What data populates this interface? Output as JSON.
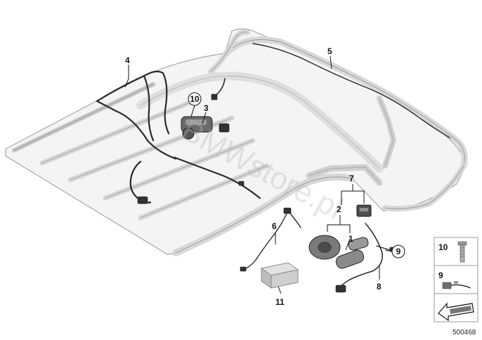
{
  "diagram": {
    "callouts": [
      {
        "id": "1",
        "label": "1",
        "circled": false
      },
      {
        "id": "2",
        "label": "2",
        "circled": false
      },
      {
        "id": "3",
        "label": "3",
        "circled": false
      },
      {
        "id": "4",
        "label": "4",
        "circled": false
      },
      {
        "id": "5",
        "label": "5",
        "circled": false
      },
      {
        "id": "6",
        "label": "6",
        "circled": false
      },
      {
        "id": "7",
        "label": "7",
        "circled": false
      },
      {
        "id": "8",
        "label": "8",
        "circled": false
      },
      {
        "id": "9",
        "label": "9",
        "circled": true
      },
      {
        "id": "10",
        "label": "10",
        "circled": true
      },
      {
        "id": "11",
        "label": "11",
        "circled": false
      }
    ],
    "legend": [
      {
        "label": "10",
        "icon": "bolt-icon"
      },
      {
        "label": "9",
        "icon": "connector-icon"
      },
      {
        "label": "",
        "icon": "direction-arrow-icon"
      }
    ],
    "watermark": "BMWstore.pl",
    "diagram_id": "500468",
    "colors": {
      "frame": "#dcdcdc",
      "frame_edge": "#a8a8a8",
      "cable": "#2a2a2a",
      "part": "#5a5a5a"
    }
  }
}
